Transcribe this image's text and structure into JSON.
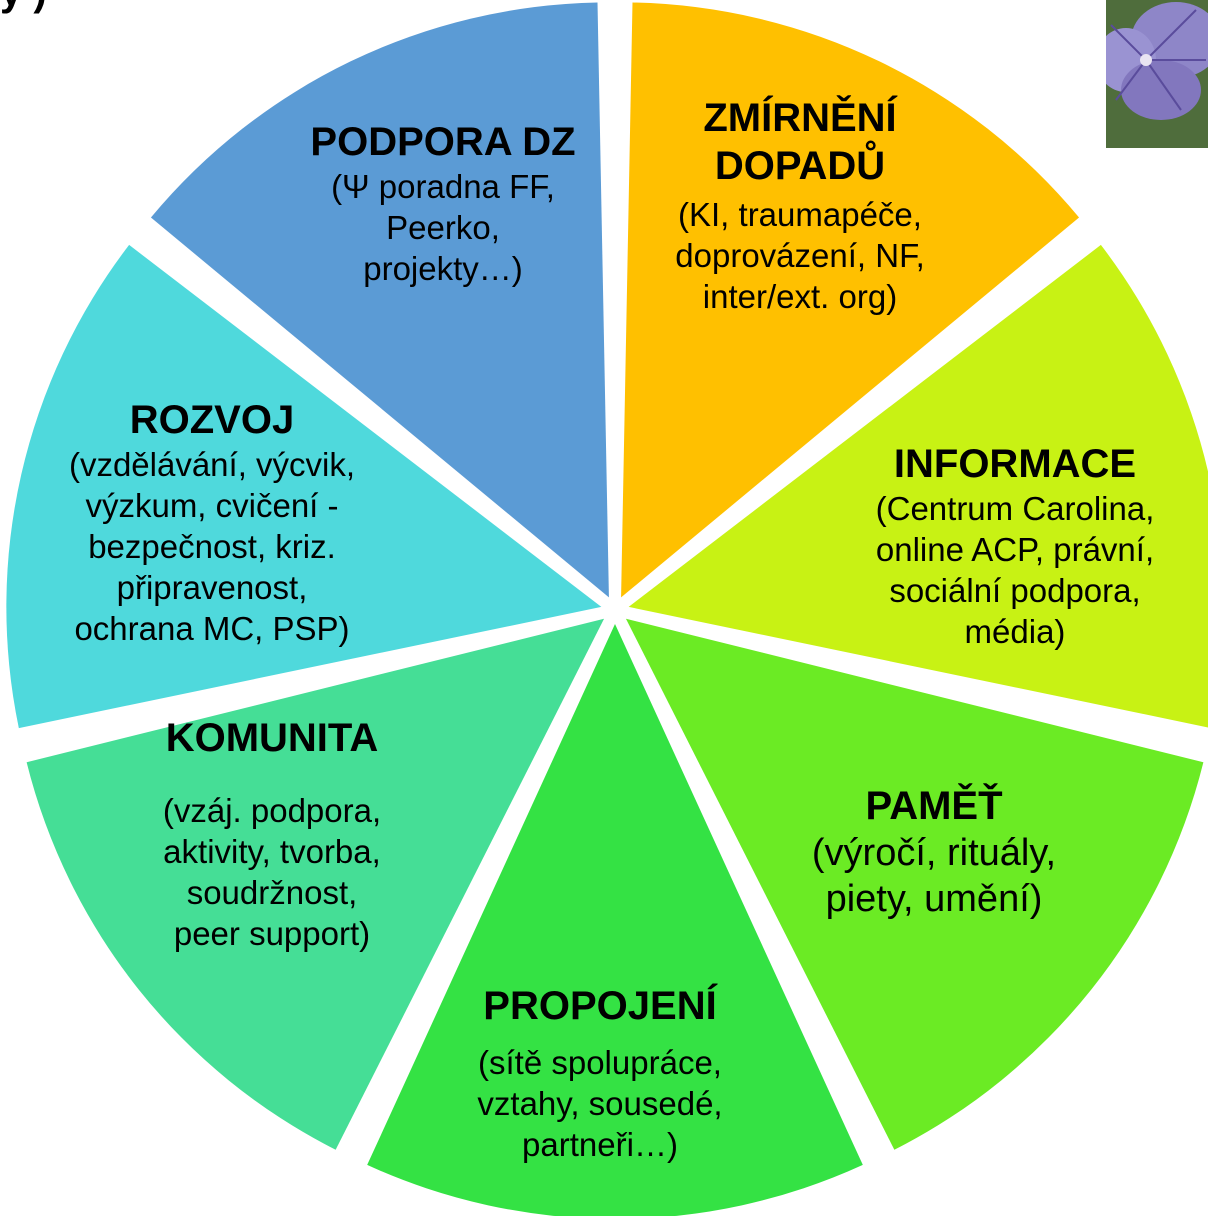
{
  "top_fragment": "y    )",
  "segments": [
    {
      "id": "podpora",
      "title": "PODPORA DZ",
      "lines": [
        "(Ψ poradna FF,",
        "Peerko,",
        "projekty…)"
      ],
      "color": "#5B9BD5"
    },
    {
      "id": "zmirneni",
      "title": "ZMÍRNĚNÍ DOPADŮ",
      "title_lines": [
        "ZMÍRNĚNÍ",
        "DOPADŮ"
      ],
      "lines": [
        "(KI, traumapéče,",
        "doprovázení, NF,",
        "inter/ext. org)"
      ],
      "color": "#FFC000"
    },
    {
      "id": "informace",
      "title": "INFORMACE",
      "lines": [
        "(Centrum Carolina,",
        "online ACP, právní,",
        "sociální podpora,",
        "média)"
      ],
      "color": "#C8F214"
    },
    {
      "id": "pamet",
      "title": "PAMĚŤ",
      "lines": [
        "(výročí, rituály,",
        "piety, umění)"
      ],
      "color": "#6BEB24"
    },
    {
      "id": "propojeni",
      "title": "PROPOJENÍ",
      "lines": [
        "(sítě spolupráce,",
        "vztahy, sousedé,",
        "partneři…)"
      ],
      "color": "#34E244"
    },
    {
      "id": "komunita",
      "title": "KOMUNITA",
      "lines": [
        "(vzáj. podpora,",
        "aktivity, tvorba,",
        "soudržnost,",
        "peer support)"
      ],
      "color": "#45DE96"
    },
    {
      "id": "rozvoj",
      "title": "ROZVOJ",
      "lines": [
        "(vzdělávání, výcvik,",
        "výzkum, cvičení -",
        "bezpečnost, kriz.",
        "připravenost,",
        "ochrana MC, PSP)"
      ],
      "color": "#4FD9DC"
    }
  ],
  "image": {
    "icon": "flower-photo-icon",
    "colors": [
      "#8E86C8",
      "#5C7A44"
    ]
  }
}
